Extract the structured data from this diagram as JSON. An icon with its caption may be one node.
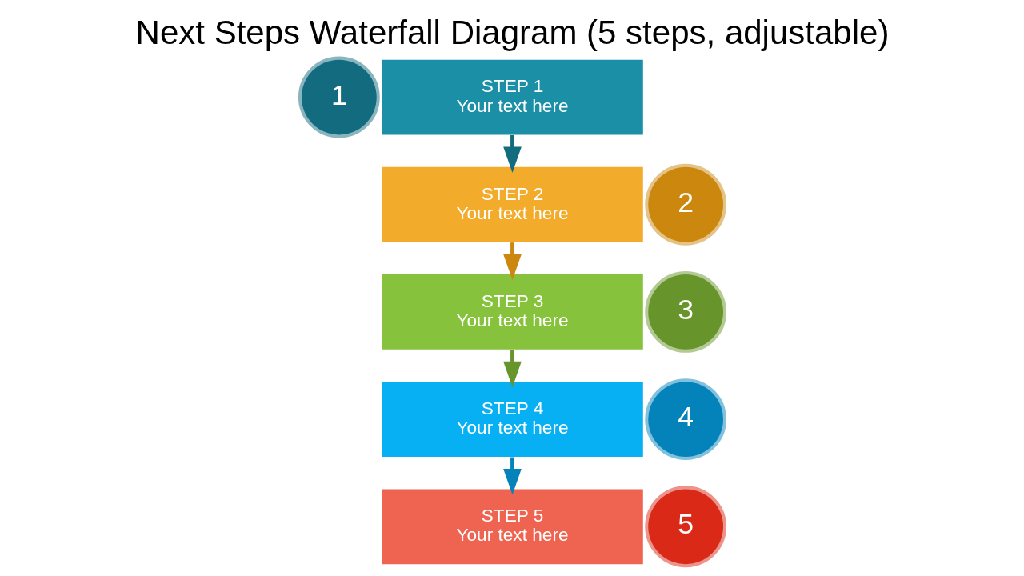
{
  "diagram": {
    "title": "Next Steps Waterfall Diagram (5 steps, adjustable)",
    "nodes": [
      {
        "text": [
          "1"
        ]
      },
      {
        "text": [
          "STEP 1",
          "Your text here"
        ]
      },
      {
        "text": [
          "2"
        ]
      },
      {
        "text": [
          "STEP 2",
          "Your text here"
        ]
      },
      {
        "text": [
          "3"
        ]
      },
      {
        "text": [
          "STEP 3",
          "Your text here"
        ]
      },
      {
        "text": [
          "4"
        ]
      },
      {
        "text": [
          "STEP 4",
          "Your text here"
        ]
      },
      {
        "text": [
          "5"
        ]
      },
      {
        "text": [
          "STEP 5",
          "Your text here"
        ]
      }
    ],
    "edges": [
      {
        "from": 1,
        "to": 3,
        "arrow": "to",
        "color": "#136b7f"
      },
      {
        "from": 3,
        "to": 5,
        "arrow": "to",
        "color": "#cc870e"
      },
      {
        "from": 5,
        "to": 7,
        "arrow": "to",
        "color": "#67952c"
      },
      {
        "from": 7,
        "to": 9,
        "arrow": "to",
        "color": "#0483bb"
      }
    ]
  }
}
